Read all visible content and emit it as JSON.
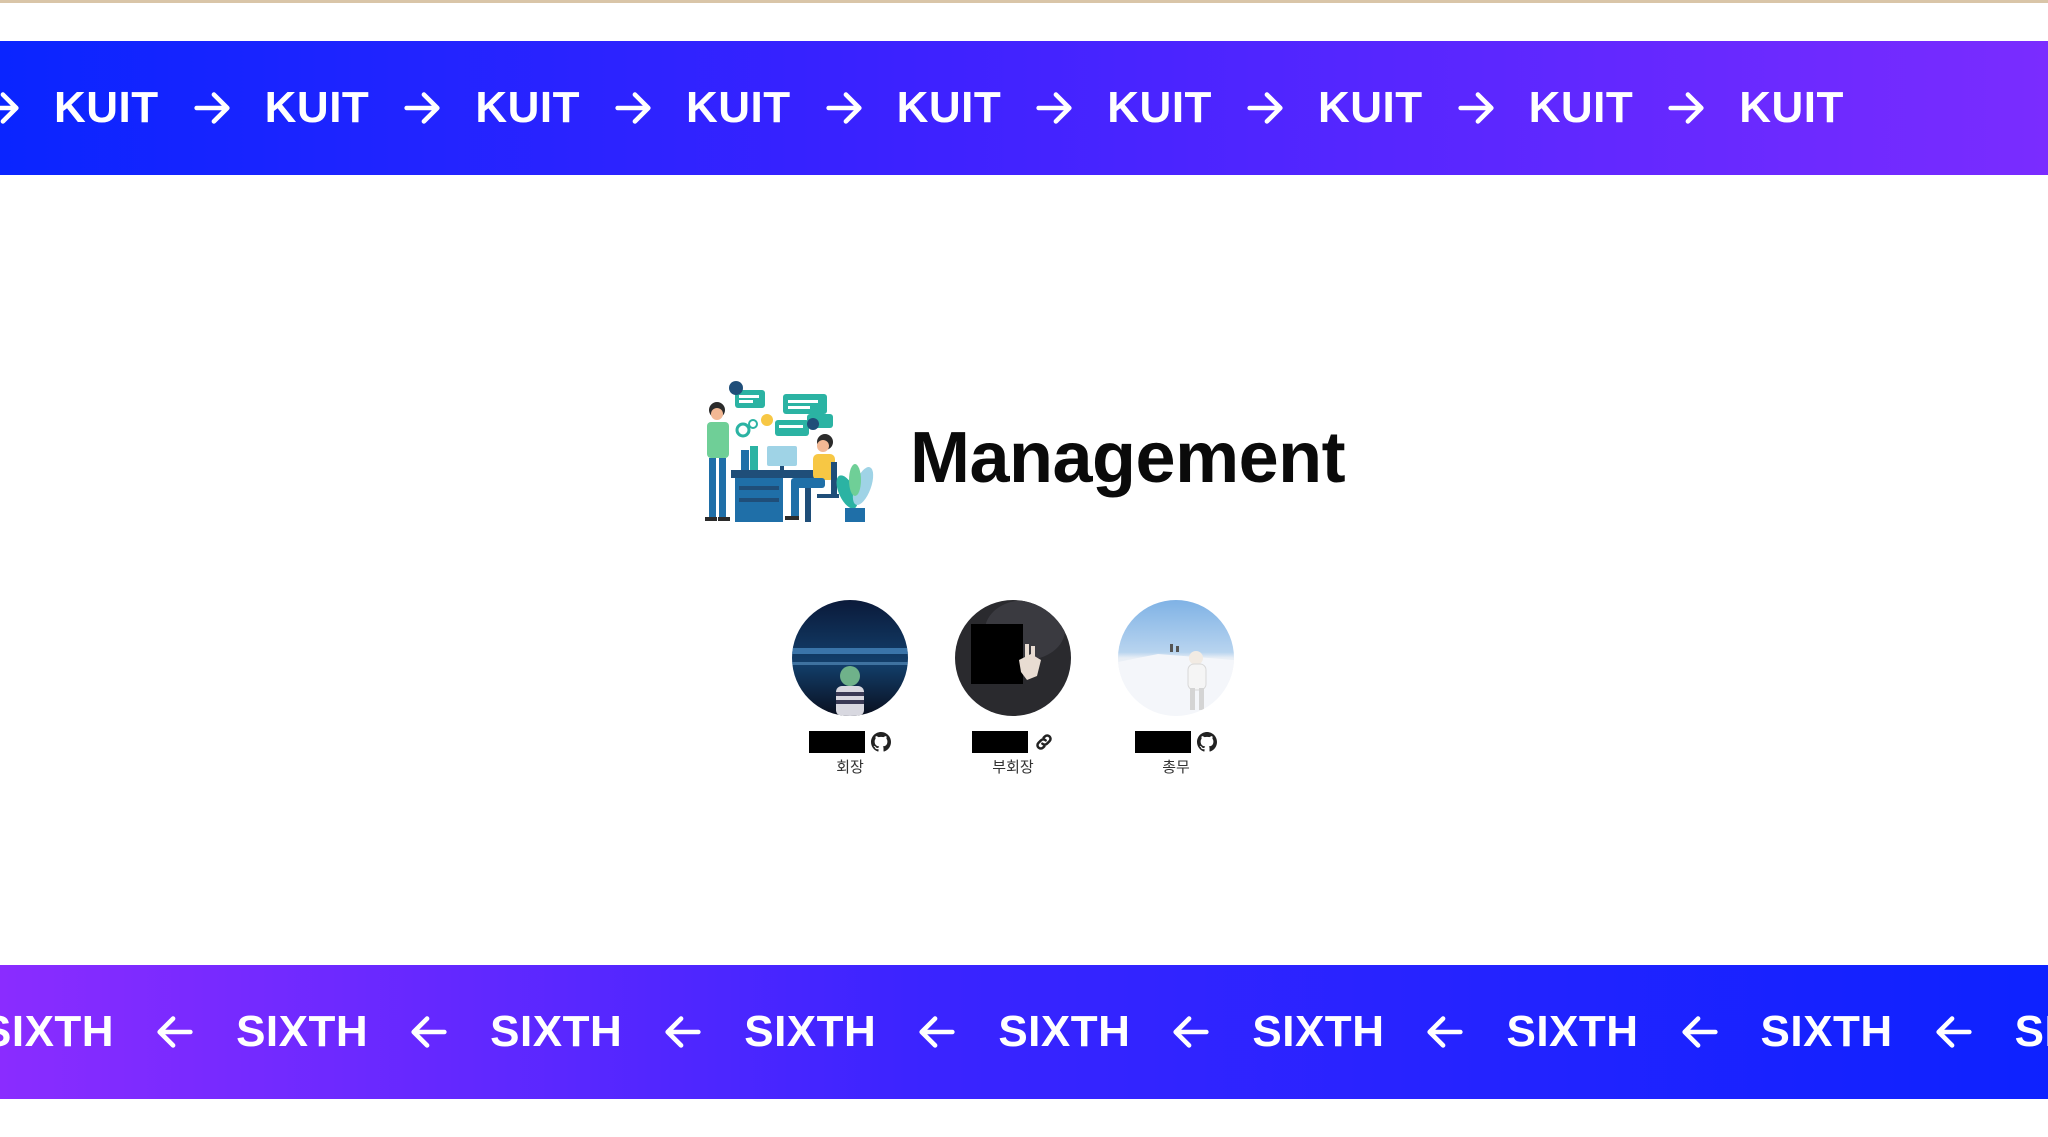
{
  "marquee_top": {
    "word": "KUIT",
    "direction_icon": "arrow-right-icon",
    "gradient_colors": [
      "#0a25ff",
      "#7a2cff"
    ]
  },
  "marquee_bottom": {
    "word": "SIXTH",
    "direction_icon": "arrow-left-icon",
    "gradient_colors": [
      "#8a2cff",
      "#0d22ff"
    ]
  },
  "section": {
    "title": "Management",
    "illustration_icon": "team-meeting-illustration"
  },
  "members": [
    {
      "role": "회장",
      "link_icon": "github-icon"
    },
    {
      "role": "부회장",
      "link_icon": "link-icon"
    },
    {
      "role": "총무",
      "link_icon": "github-icon"
    }
  ]
}
